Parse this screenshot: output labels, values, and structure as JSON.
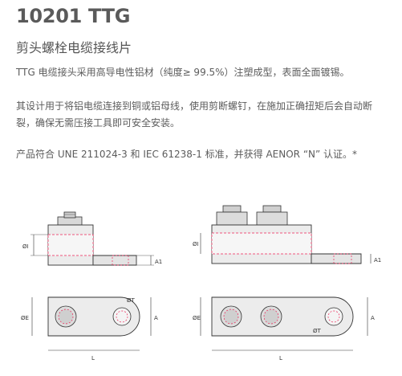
{
  "product": {
    "title": "10201 TTG",
    "subtitle": "剪头螺栓电缆接线片"
  },
  "description": {
    "p1": "TTG 电缆接头采用高导电性铝材（纯度≥ 99.5%）注塑成型，表面全面镀锡。",
    "p2": "其设计用于将铝电缆连接到铜或铝母线，使用剪断螺钉，在施加正确扭矩后会自动断裂，确保无需压接工具即可安全安装。",
    "p3": "产品符合 UNE 211024-3 和 IEC 61238-1 标准，并获得 AENOR “N” 认证。*"
  },
  "dimension_labels": {
    "inner_diameter": "ØI",
    "hole_diameter": "ØT",
    "outer_diameter": "ØE",
    "length": "L",
    "width": "A",
    "height": "A1"
  }
}
